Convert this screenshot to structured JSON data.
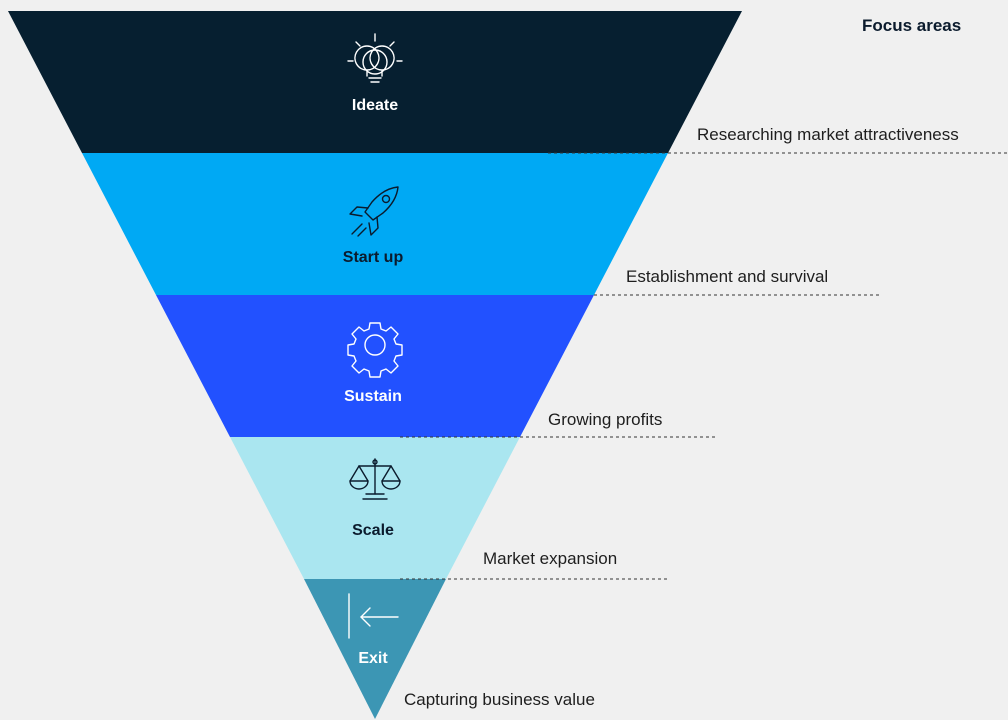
{
  "colors": {
    "background": "#f0f0f0",
    "ideate": "#061f30",
    "start_up": "#00a9f4",
    "sustain": "#2251ff",
    "scale": "#aae6f0",
    "exit": "#3c96b4"
  },
  "focus_areas": {
    "header": "Focus areas",
    "items": [
      "Researching market attractiveness",
      "Establishment and survival",
      "Growing profits",
      "Market expansion",
      "Capturing business value"
    ]
  },
  "stages": [
    {
      "label": "Ideate",
      "icon": "lightbulb-icon"
    },
    {
      "label": "Start up",
      "icon": "rocket-icon"
    },
    {
      "label": "Sustain",
      "icon": "gear-icon"
    },
    {
      "label": "Scale",
      "icon": "balance-scale-icon"
    },
    {
      "label": "Exit",
      "icon": "exit-arrow-icon"
    }
  ]
}
